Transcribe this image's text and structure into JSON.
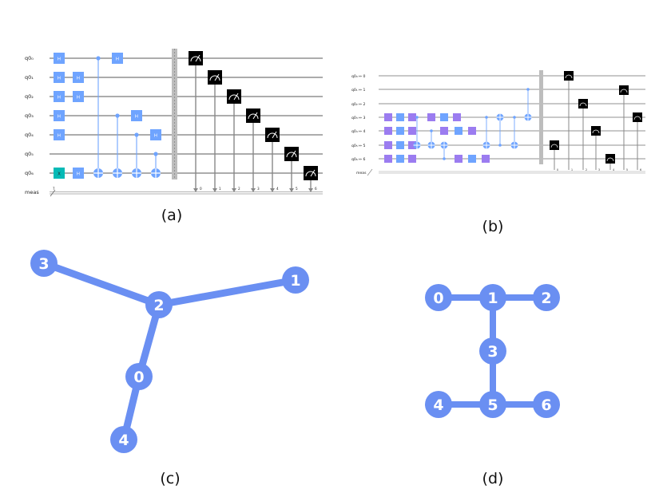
{
  "colors": {
    "gate_h": "#6fa4ff",
    "gate_x": "#05bab6",
    "gate_u": "#9b7cf0",
    "measure": "#000000",
    "graph": "#6a8ff2",
    "barrier": "#bdbdbd"
  },
  "panel_a": {
    "caption": "(a)",
    "qubits": [
      "q0₀",
      "q0₁",
      "q0₂",
      "q0₃",
      "q0₄",
      "q0₅",
      "q0₆"
    ],
    "meas_label": "meas",
    "meas_width": "7",
    "h_label": "H",
    "x_label": "X",
    "bits": [
      "0",
      "1",
      "2",
      "3",
      "4",
      "5",
      "6"
    ]
  },
  "panel_b": {
    "caption": "(b)",
    "qubits": [
      "q0₀ ↦ 0",
      "q0₁ ↦ 1",
      "q0₂ ↦ 2",
      "q0₃ ↦ 3",
      "q0₄ ↦ 4",
      "q0₅ ↦ 5",
      "q0₆ ↦ 6"
    ],
    "meas_label": "meas",
    "bits": [
      "0",
      "1",
      "2",
      "3",
      "4",
      "5",
      "6"
    ]
  },
  "panel_c": {
    "caption": "(c)",
    "nodes": [
      "0",
      "1",
      "2",
      "3",
      "4"
    ]
  },
  "panel_d": {
    "caption": "(d)",
    "nodes": [
      "0",
      "1",
      "2",
      "3",
      "4",
      "5",
      "6"
    ]
  }
}
